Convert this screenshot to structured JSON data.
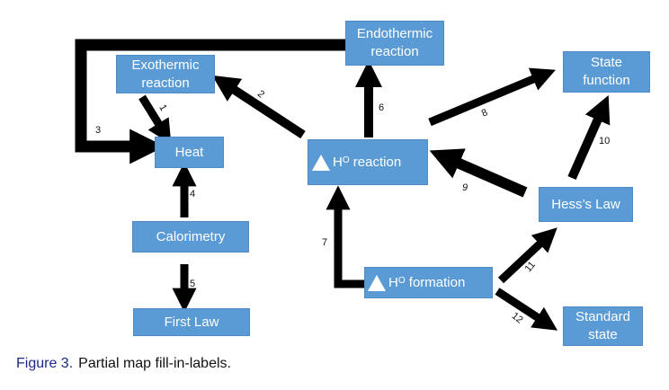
{
  "caption": {
    "figure_label": "Figure 3.",
    "text": "Partial map fill-in-labels."
  },
  "colors": {
    "node_fill": "#5b9bd5",
    "node_text": "#ffffff",
    "arrow": "#000000",
    "caption_label": "#1a2a8a"
  },
  "nodes": {
    "endothermic": {
      "line1": "Endothermic",
      "line2": "reaction"
    },
    "exothermic": {
      "line1": "Exothermic",
      "line2": "reaction"
    },
    "state_function": {
      "line1": "State",
      "line2": "function"
    },
    "heat": {
      "label": "Heat"
    },
    "h_reaction": {
      "symbol": "triangle-delta-icon",
      "base": "H",
      "sup": "O",
      "rest": " reaction"
    },
    "hess": {
      "label": "Hess’s Law"
    },
    "calorimetry": {
      "label": "Calorimetry"
    },
    "h_formation": {
      "symbol": "triangle-delta-icon",
      "base": "H",
      "sup": "O",
      "rest": " formation"
    },
    "standard_state": {
      "line1": "Standard",
      "line2": "state"
    },
    "first_law": {
      "label": "First Law"
    }
  },
  "edges": [
    {
      "id": "1",
      "from": "Exothermic reaction",
      "to": "Heat"
    },
    {
      "id": "2",
      "from": "ΔH° reaction",
      "to": "Exothermic reaction"
    },
    {
      "id": "3",
      "from": "Endothermic reaction",
      "to": "Heat"
    },
    {
      "id": "4",
      "from": "Calorimetry",
      "to": "Heat"
    },
    {
      "id": "5",
      "from": "Calorimetry",
      "to": "First Law"
    },
    {
      "id": "6",
      "from": "ΔH° reaction",
      "to": "Endothermic reaction"
    },
    {
      "id": "7",
      "from": "ΔH° formation",
      "to": "ΔH° reaction"
    },
    {
      "id": "8",
      "from": "ΔH° reaction",
      "to": "State function"
    },
    {
      "id": "9",
      "from": "Hess’s Law",
      "to": "ΔH° reaction"
    },
    {
      "id": "10",
      "from": "Hess’s Law",
      "to": "State function"
    },
    {
      "id": "11",
      "from": "ΔH° formation",
      "to": "Hess’s Law"
    },
    {
      "id": "12",
      "from": "ΔH° formation",
      "to": "Standard state"
    }
  ]
}
